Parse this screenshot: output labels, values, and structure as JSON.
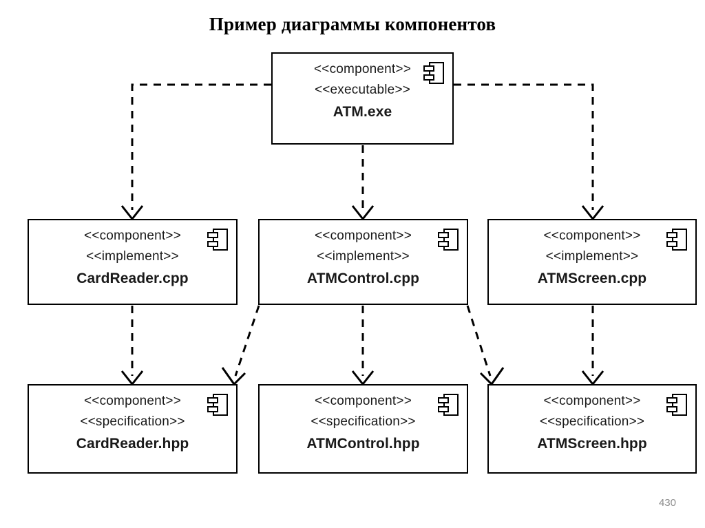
{
  "title": "Пример диаграммы компонентов",
  "page_number": "430",
  "colors": {
    "stroke": "#000000",
    "background": "#ffffff",
    "text": "#1a1a1a",
    "page_number": "#8c8c8c"
  },
  "icon_names": {
    "component": "component-icon"
  },
  "components": {
    "atm_exe": {
      "stereotype_1": "<<component>>",
      "stereotype_2": "<<executable>>",
      "name": "ATM.exe"
    },
    "cardreader_cpp": {
      "stereotype_1": "<<component>>",
      "stereotype_2": "<<implement>>",
      "name": "CardReader.cpp"
    },
    "atmcontrol_cpp": {
      "stereotype_1": "<<component>>",
      "stereotype_2": "<<implement>>",
      "name": "ATMControl.cpp"
    },
    "atmscreen_cpp": {
      "stereotype_1": "<<component>>",
      "stereotype_2": "<<implement>>",
      "name": "ATMScreen.cpp"
    },
    "cardreader_hpp": {
      "stereotype_1": "<<component>>",
      "stereotype_2": "<<specification>>",
      "name": "CardReader.hpp"
    },
    "atmcontrol_hpp": {
      "stereotype_1": "<<component>>",
      "stereotype_2": "<<specification>>",
      "name": "ATMControl.hpp"
    },
    "atmscreen_hpp": {
      "stereotype_1": "<<component>>",
      "stereotype_2": "<<specification>>",
      "name": "ATMScreen.hpp"
    }
  },
  "dependencies": [
    {
      "from": "atm_exe",
      "to": "cardreader_cpp",
      "style": "dashed",
      "arrow": "open",
      "routing": "orthogonal-left"
    },
    {
      "from": "atm_exe",
      "to": "atmcontrol_cpp",
      "style": "dashed",
      "arrow": "open",
      "routing": "vertical"
    },
    {
      "from": "atm_exe",
      "to": "atmscreen_cpp",
      "style": "dashed",
      "arrow": "open",
      "routing": "orthogonal-right"
    },
    {
      "from": "cardreader_cpp",
      "to": "cardreader_hpp",
      "style": "dashed",
      "arrow": "open",
      "routing": "vertical"
    },
    {
      "from": "atmcontrol_cpp",
      "to": "atmcontrol_hpp",
      "style": "dashed",
      "arrow": "open",
      "routing": "vertical"
    },
    {
      "from": "atmscreen_cpp",
      "to": "atmscreen_hpp",
      "style": "dashed",
      "arrow": "open",
      "routing": "vertical"
    },
    {
      "from": "atmcontrol_cpp",
      "to": "cardreader_hpp",
      "style": "dashed",
      "arrow": "open",
      "routing": "diagonal-left"
    },
    {
      "from": "atmcontrol_cpp",
      "to": "atmscreen_hpp",
      "style": "dashed",
      "arrow": "open",
      "routing": "diagonal-right"
    }
  ]
}
